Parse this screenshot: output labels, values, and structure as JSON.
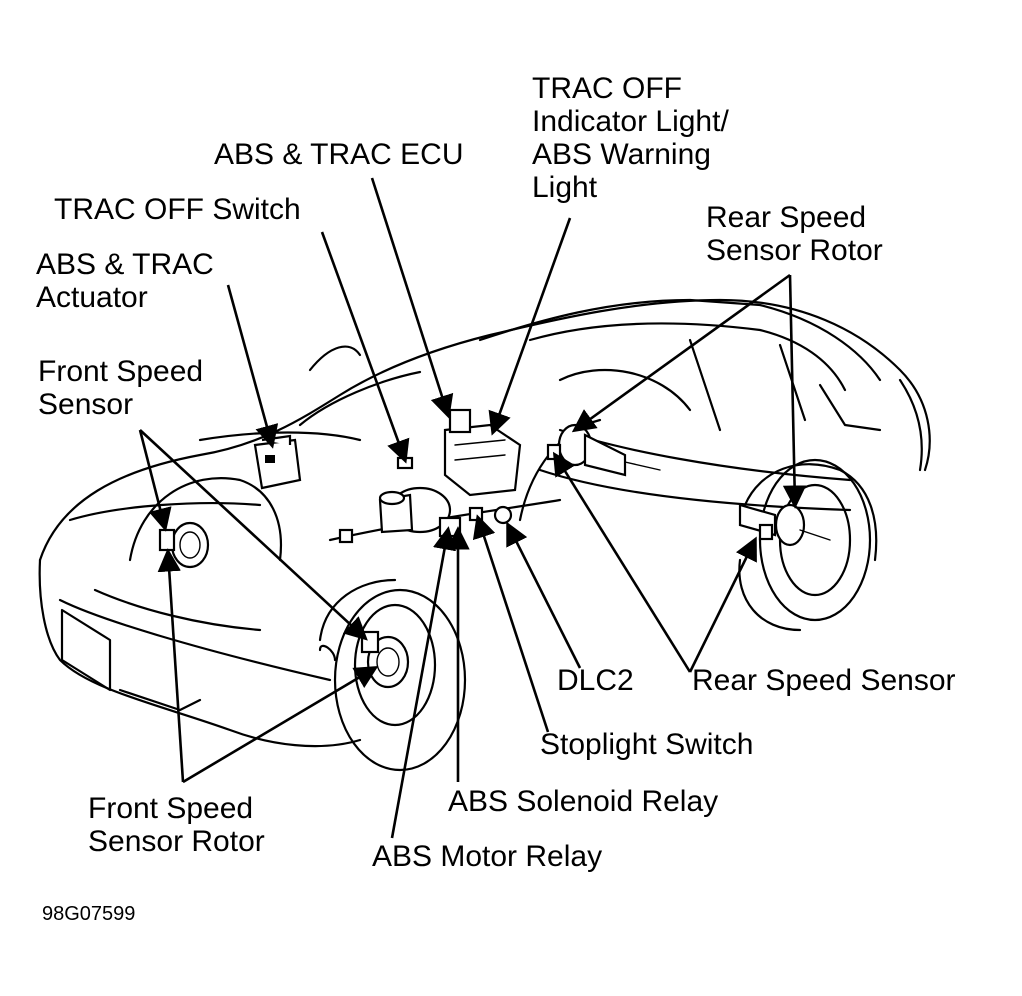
{
  "labels": {
    "trac_off_indicator": [
      "TRAC OFF",
      "Indicator Light/",
      "ABS Warning",
      "Light"
    ],
    "abs_trac_ecu": [
      "ABS & TRAC ECU"
    ],
    "trac_off_switch": [
      "TRAC OFF Switch"
    ],
    "rear_speed_sensor_rotor": [
      "Rear Speed",
      "Sensor Rotor"
    ],
    "abs_trac_actuator": [
      "ABS & TRAC",
      "Actuator"
    ],
    "front_speed_sensor": [
      "Front Speed",
      "Sensor"
    ],
    "dlc2": [
      "DLC2"
    ],
    "rear_speed_sensor": [
      "Rear Speed Sensor"
    ],
    "stoplight_switch": [
      "Stoplight Switch"
    ],
    "abs_solenoid_relay": [
      "ABS Solenoid Relay"
    ],
    "front_speed_sensor_rotor": [
      "Front Speed",
      "Sensor Rotor"
    ],
    "abs_motor_relay": [
      "ABS Motor Relay"
    ]
  },
  "figure_code": "98G07599"
}
